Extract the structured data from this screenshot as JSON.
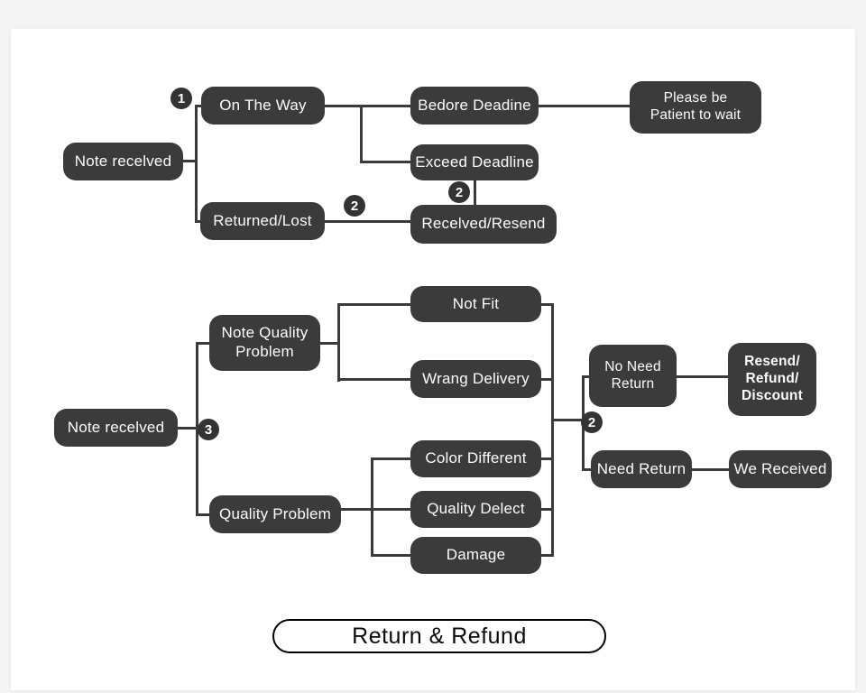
{
  "flow_top": {
    "note_received": "Note recelved",
    "on_the_way": "On The Way",
    "returned_lost": "Returned/Lost",
    "bedore_deadine": "Bedore Deadine",
    "exceed_deadline": "Exceed Deadline",
    "received_resend": "Recelved/Resend",
    "please_be_patient": "Please be\nPatient to wait",
    "badge_1": "1",
    "badge_2_returned": "2",
    "badge_2_exceed": "2"
  },
  "flow_bottom": {
    "note_received": "Note recelved",
    "note_quality_problem": "Note Quality\nProblem",
    "quality_problem": "Quality Problem",
    "not_fit": "Not Fit",
    "wrang_delivery": "Wrang Delivery",
    "color_different": "Color Different",
    "quality_delect": "Quality Delect",
    "damage": "Damage",
    "no_need_return": "No Need\nReturn",
    "resend_refund_discount": "Resend/\nRefund/\nDiscount",
    "need_return": "Need Return",
    "we_received": "We Received",
    "badge_3": "3",
    "badge_2": "2"
  },
  "footer": {
    "title": "Return & Refund"
  },
  "colors": {
    "background": "#f4f4f5",
    "card": "#ffffff",
    "node_fill": "#3b3b3b",
    "node_text": "#fcfcfc",
    "line": "#3b3b3b",
    "title_border": "#000000"
  }
}
